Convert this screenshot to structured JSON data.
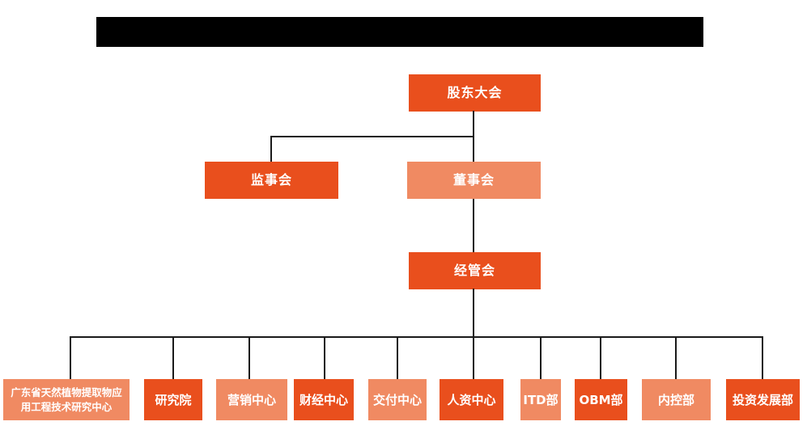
{
  "meta": {
    "title_bar": {
      "redacted": true,
      "visible_text": ""
    }
  },
  "colors": {
    "primary": "#E94F1D",
    "secondary": "#F08A62",
    "line": "#1a1a1a",
    "redaction": "#000000",
    "node_text": "#ffffff",
    "background": "#ffffff"
  },
  "org": {
    "type": "org-chart",
    "root": {
      "label": "股东大会",
      "variant": "dark"
    },
    "level2": [
      {
        "label": "监事会",
        "variant": "dark"
      },
      {
        "label": "董事会",
        "variant": "light"
      }
    ],
    "level3": {
      "label": "经管会",
      "variant": "dark"
    },
    "departments": [
      {
        "label": "广东省天然植物提取物应用工程技术研究中心",
        "variant": "light"
      },
      {
        "label": "研究院",
        "variant": "dark"
      },
      {
        "label": "营销中心",
        "variant": "light"
      },
      {
        "label": "财经中心",
        "variant": "dark"
      },
      {
        "label": "交付中心",
        "variant": "light"
      },
      {
        "label": "人资中心",
        "variant": "dark"
      },
      {
        "label": "ITD部",
        "variant": "light"
      },
      {
        "label": "OBM部",
        "variant": "dark"
      },
      {
        "label": "内控部",
        "variant": "light"
      },
      {
        "label": "投资发展部",
        "variant": "dark"
      }
    ]
  }
}
